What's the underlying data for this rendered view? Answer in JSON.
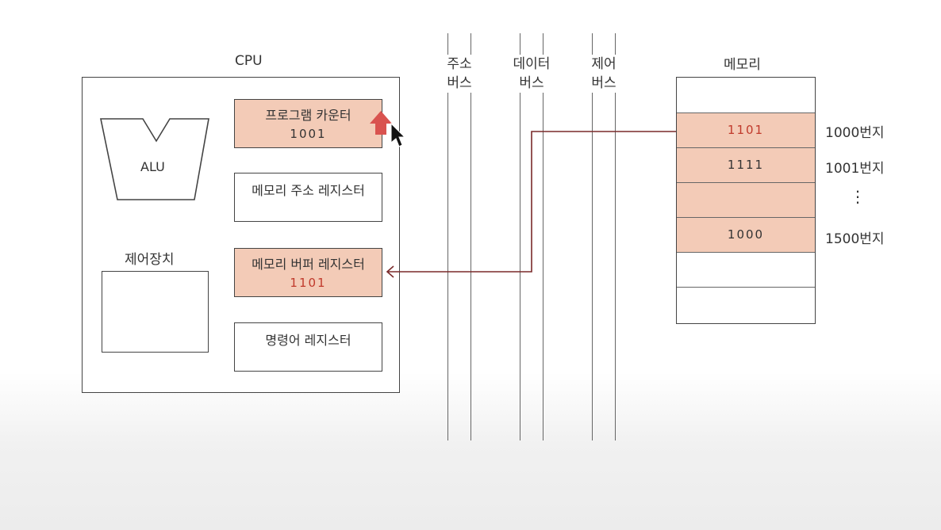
{
  "cpu": {
    "title": "CPU",
    "alu_label": "ALU",
    "control_unit_label": "제어장치",
    "registers": [
      {
        "name": "프로그램 카운터",
        "value": "1001",
        "highlighted": true,
        "value_color": "#333333"
      },
      {
        "name": "메모리 주소 레지스터",
        "value": "",
        "highlighted": false,
        "value_color": "#333333"
      },
      {
        "name": "메모리 버퍼 레지스터",
        "value": "1101",
        "highlighted": true,
        "value_color": "#c0392b"
      },
      {
        "name": "명령어 레지스터",
        "value": "",
        "highlighted": false,
        "value_color": "#333333"
      }
    ]
  },
  "buses": [
    {
      "line1": "주소",
      "line2": "버스"
    },
    {
      "line1": "데이터",
      "line2": "버스"
    },
    {
      "line1": "제어",
      "line2": "버스"
    }
  ],
  "memory": {
    "title": "메모리",
    "cells": [
      {
        "value": "",
        "highlighted": false,
        "value_color": "#333333",
        "address": ""
      },
      {
        "value": "1101",
        "highlighted": true,
        "value_color": "#c0392b",
        "address": "1000번지"
      },
      {
        "value": "1111",
        "highlighted": true,
        "value_color": "#333333",
        "address": "1001번지"
      },
      {
        "value": "",
        "highlighted": true,
        "value_color": "#333333",
        "address": "⋮"
      },
      {
        "value": "1000",
        "highlighted": true,
        "value_color": "#333333",
        "address": "1500번지"
      },
      {
        "value": "",
        "highlighted": false,
        "value_color": "#333333",
        "address": ""
      },
      {
        "value": "",
        "highlighted": false,
        "value_color": "#333333",
        "address": ""
      }
    ]
  },
  "colors": {
    "highlight_fill": "#f3cbb7",
    "arrow": "#7a2a2a",
    "increment_arrow": "#d9534f"
  }
}
